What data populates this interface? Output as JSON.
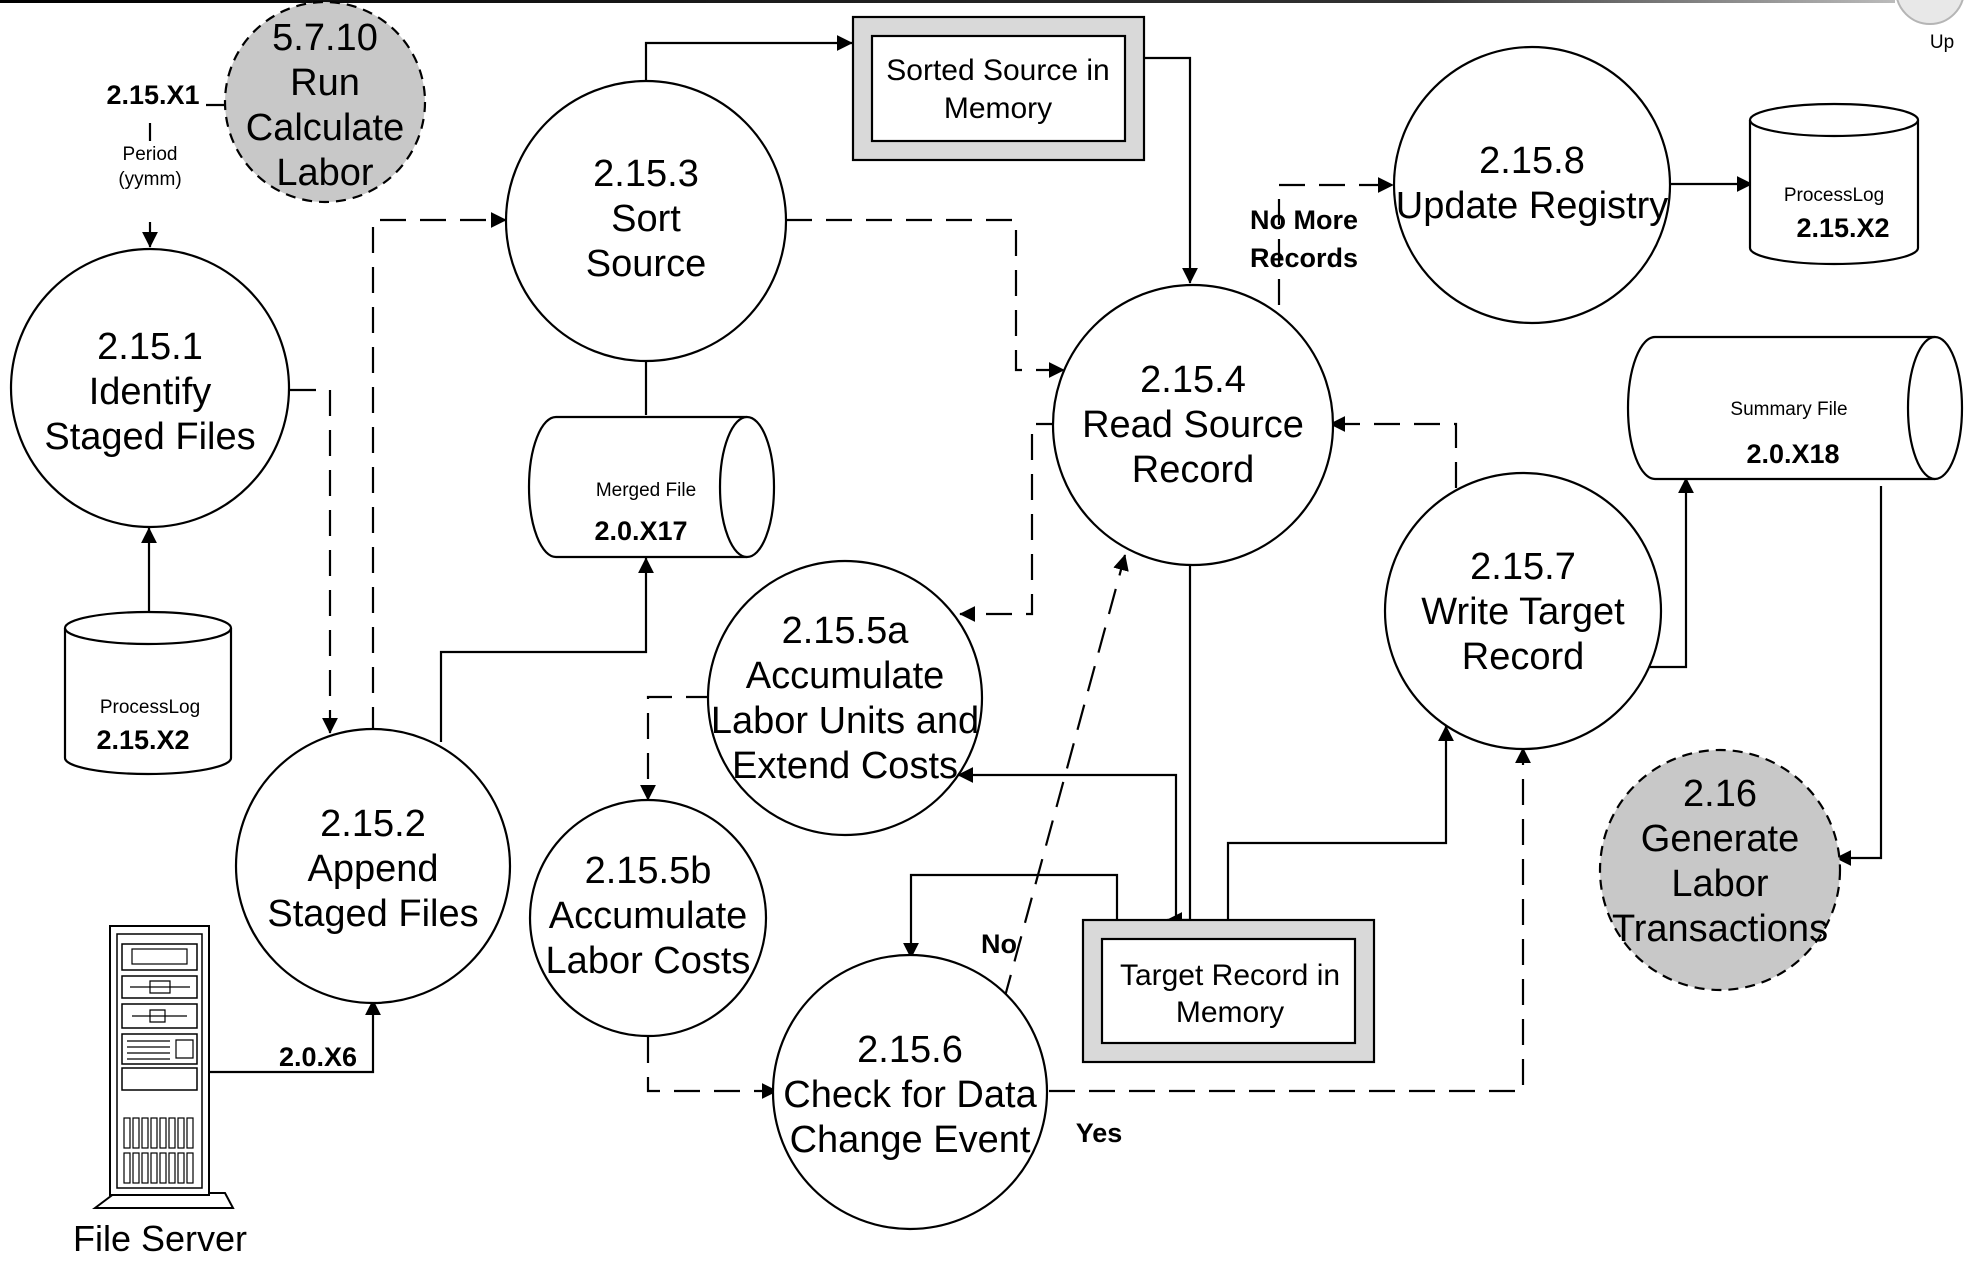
{
  "processes": [
    {
      "id": "p5710",
      "lines": [
        "5.7.10",
        "Run",
        "Calculate",
        "Labor"
      ],
      "external": true
    },
    {
      "id": "p2151",
      "lines": [
        "2.15.1",
        "Identify",
        "Staged Files"
      ],
      "external": false
    },
    {
      "id": "p2152",
      "lines": [
        "2.15.2",
        "Append",
        "Staged Files"
      ],
      "external": false
    },
    {
      "id": "p2153",
      "lines": [
        "2.15.3",
        "Sort",
        "Source"
      ],
      "external": false
    },
    {
      "id": "p2154",
      "lines": [
        "2.15.4",
        "Read Source",
        "Record"
      ],
      "external": false
    },
    {
      "id": "p2155a",
      "lines": [
        "2.15.5a",
        "Accumulate",
        "Labor Units and",
        "Extend Costs"
      ],
      "external": false
    },
    {
      "id": "p2155b",
      "lines": [
        "2.15.5b",
        "Accumulate",
        "Labor Costs"
      ],
      "external": false
    },
    {
      "id": "p2156",
      "lines": [
        "2.15.6",
        "Check for Data",
        "Change Event"
      ],
      "external": false
    },
    {
      "id": "p2157",
      "lines": [
        "2.15.7",
        "Write Target",
        "Record"
      ],
      "external": false
    },
    {
      "id": "p2158",
      "lines": [
        "2.15.8",
        "Update Registry"
      ],
      "external": false
    },
    {
      "id": "p216",
      "lines": [
        "2.16",
        "Generate",
        "Labor",
        "Transactions"
      ],
      "external": true
    }
  ],
  "stores": [
    {
      "id": "processlog-left",
      "name": "ProcessLog",
      "code": "2.15.X2"
    },
    {
      "id": "processlog-right",
      "name": "ProcessLog",
      "code": "2.15.X2"
    },
    {
      "id": "merged-file",
      "name": "Merged File",
      "code": "2.0.X17"
    },
    {
      "id": "summary-file",
      "name": "Summary File",
      "code": "2.0.X18"
    }
  ],
  "memory_stores": [
    {
      "id": "sorted-source",
      "lines": [
        "Sorted Source in",
        "Memory"
      ]
    },
    {
      "id": "target-record",
      "lines": [
        "Target Record in",
        "Memory"
      ]
    }
  ],
  "flow_labels": {
    "input_id": "2.15.X1",
    "period": [
      "Period",
      "(yymm)"
    ],
    "server_flow": "2.0.X6",
    "no_more_records": [
      "No More",
      "Records"
    ],
    "no": "No",
    "yes": "Yes"
  },
  "file_server_label": "File Server",
  "corner_label": "Up"
}
